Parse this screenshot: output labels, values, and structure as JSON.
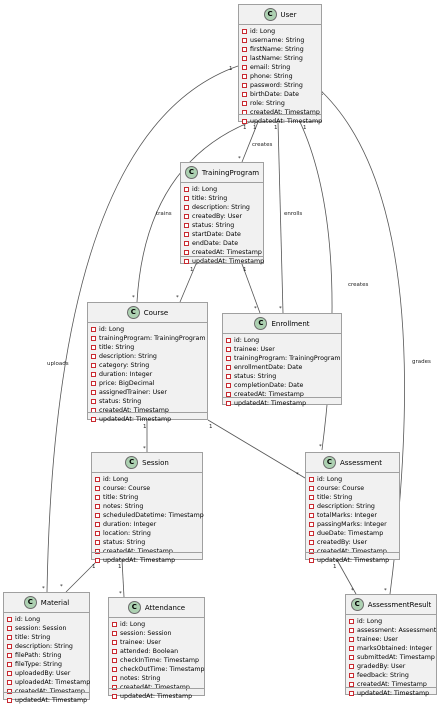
{
  "classes": {
    "user": {
      "name": "User",
      "attrs": [
        "id: Long",
        "username: String",
        "firstName: String",
        "lastName: String",
        "email: String",
        "phone: String",
        "password: String",
        "birthDate: Date",
        "role: String",
        "createdAt: Timestamp",
        "updatedAt: Timestamp"
      ]
    },
    "training_program": {
      "name": "TrainingProgram",
      "attrs": [
        "id: Long",
        "title: String",
        "description: String",
        "createdBy: User",
        "status: String",
        "startDate: Date",
        "endDate: Date",
        "createdAt: Timestamp",
        "updatedAt: Timestamp"
      ]
    },
    "course": {
      "name": "Course",
      "attrs": [
        "id: Long",
        "trainingProgram: TrainingProgram",
        "title: String",
        "description: String",
        "category: String",
        "duration: Integer",
        "price: BigDecimal",
        "assignedTrainer: User",
        "status: String",
        "createdAt: Timestamp",
        "updatedAt: Timestamp"
      ]
    },
    "enrollment": {
      "name": "Enrollment",
      "attrs": [
        "id: Long",
        "trainee: User",
        "trainingProgram: TrainingProgram",
        "enrollmentDate: Date",
        "status: String",
        "completionDate: Date",
        "createdAt: Timestamp",
        "updatedAt: Timestamp"
      ]
    },
    "session": {
      "name": "Session",
      "attrs": [
        "id: Long",
        "course: Course",
        "title: String",
        "notes: String",
        "scheduledDatetime: Timestamp",
        "duration: Integer",
        "location: String",
        "status: String",
        "createdAt: Timestamp",
        "updatedAt: Timestamp"
      ]
    },
    "assessment": {
      "name": "Assessment",
      "attrs": [
        "id: Long",
        "course: Course",
        "title: String",
        "description: String",
        "totalMarks: Integer",
        "passingMarks: Integer",
        "dueDate: Timestamp",
        "createdBy: User",
        "createdAt: Timestamp",
        "updatedAt: Timestamp"
      ]
    },
    "material": {
      "name": "Material",
      "attrs": [
        "id: Long",
        "session: Session",
        "title: String",
        "description: String",
        "filePath: String",
        "fileType: String",
        "uploadedBy: User",
        "uploadedAt: Timestamp",
        "createdAt: Timestamp",
        "updatedAt: Timestamp"
      ]
    },
    "attendance": {
      "name": "Attendance",
      "attrs": [
        "id: Long",
        "session: Session",
        "trainee: User",
        "attended: Boolean",
        "checkInTime: Timestamp",
        "checkOutTime: Timestamp",
        "notes: String",
        "createdAt: Timestamp",
        "updatedAt: Timestamp"
      ]
    },
    "assessment_result": {
      "name": "AssessmentResult",
      "attrs": [
        "id: Long",
        "assessment: Assessment",
        "trainee: User",
        "marksObtained: Integer",
        "submittedAt: Timestamp",
        "gradedBy: User",
        "feedback: String",
        "createdAt: Timestamp",
        "updatedAt: Timestamp"
      ]
    }
  },
  "badge_letter": "C",
  "relations": [
    {
      "id": "creates-program",
      "label": "creates",
      "from_mult": "1",
      "to_mult": "*"
    },
    {
      "id": "trains",
      "label": "trains",
      "from_mult": "1",
      "to_mult": "*"
    },
    {
      "id": "enrolls",
      "label": "enrolls",
      "from_mult": "1",
      "to_mult": "*"
    },
    {
      "id": "creates-assessment",
      "label": "creates",
      "from_mult": "1",
      "to_mult": "*"
    },
    {
      "id": "uploads",
      "label": "uploads",
      "from_mult": "1",
      "to_mult": "*"
    },
    {
      "id": "grades",
      "label": "grades",
      "from_mult": "1",
      "to_mult": "*"
    },
    {
      "id": "program-course",
      "label": "",
      "from_mult": "1",
      "to_mult": "*"
    },
    {
      "id": "program-enrollment",
      "label": "",
      "from_mult": "1",
      "to_mult": "*"
    },
    {
      "id": "course-session",
      "label": "",
      "from_mult": "1",
      "to_mult": "*"
    },
    {
      "id": "course-assessment",
      "label": "",
      "from_mult": "1",
      "to_mult": "*"
    },
    {
      "id": "session-material",
      "label": "",
      "from_mult": "1",
      "to_mult": "*"
    },
    {
      "id": "session-attendance",
      "label": "",
      "from_mult": "1",
      "to_mult": "*"
    },
    {
      "id": "assessment-result",
      "label": "",
      "from_mult": "1",
      "to_mult": "*"
    }
  ],
  "colors": {
    "badge": "#add1b2",
    "attr_marker": "#c82930",
    "box_fill": "#f1f1f1",
    "box_border": "#a0a0a0",
    "edge": "#555555"
  }
}
